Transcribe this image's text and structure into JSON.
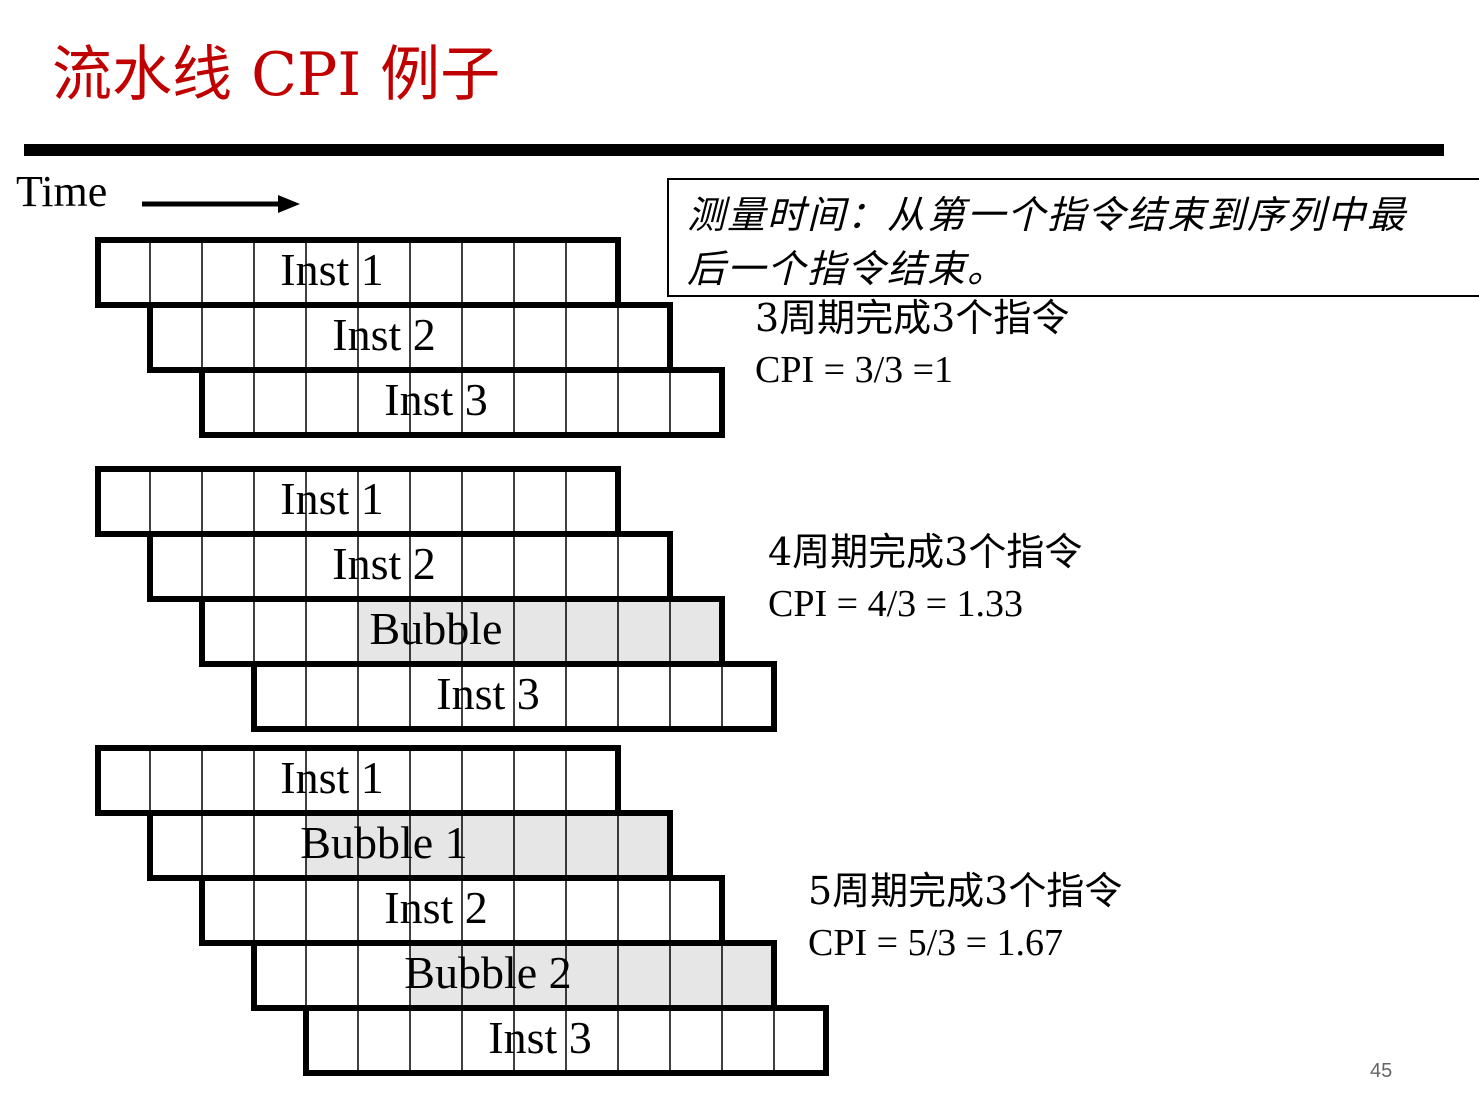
{
  "title": "流水线 CPI 例子",
  "time_label": "Time",
  "note": {
    "line1": "测量时间：从第一个指令结束到序列中最",
    "line2": "后一个指令结束。"
  },
  "examples": [
    {
      "rows": [
        {
          "label": "Inst 1",
          "shaded": false
        },
        {
          "label": "Inst 2",
          "shaded": false
        },
        {
          "label": "Inst 3",
          "shaded": false
        }
      ],
      "cycles_text": "3周期完成3个指令",
      "cpi_text": "CPI = 3/3 =1"
    },
    {
      "rows": [
        {
          "label": "Inst 1",
          "shaded": false
        },
        {
          "label": "Inst 2",
          "shaded": false
        },
        {
          "label": "Bubble",
          "shaded": true
        },
        {
          "label": "Inst 3",
          "shaded": false
        }
      ],
      "cycles_text": "4周期完成3个指令",
      "cpi_text": "CPI = 4/3 = 1.33"
    },
    {
      "rows": [
        {
          "label": "Inst 1",
          "shaded": false
        },
        {
          "label": "Bubble 1",
          "shaded": true
        },
        {
          "label": "Inst 2",
          "shaded": false
        },
        {
          "label": "Bubble 2",
          "shaded": true
        },
        {
          "label": "Inst 3",
          "shaded": false
        }
      ],
      "cycles_text": "5周期完成3个指令",
      "cpi_text": "CPI = 5/3 = 1.67"
    }
  ],
  "colors": {
    "title": "#c00000",
    "bubble_fill": "#e6e6e6",
    "line": "#000000"
  },
  "page_number": "45"
}
